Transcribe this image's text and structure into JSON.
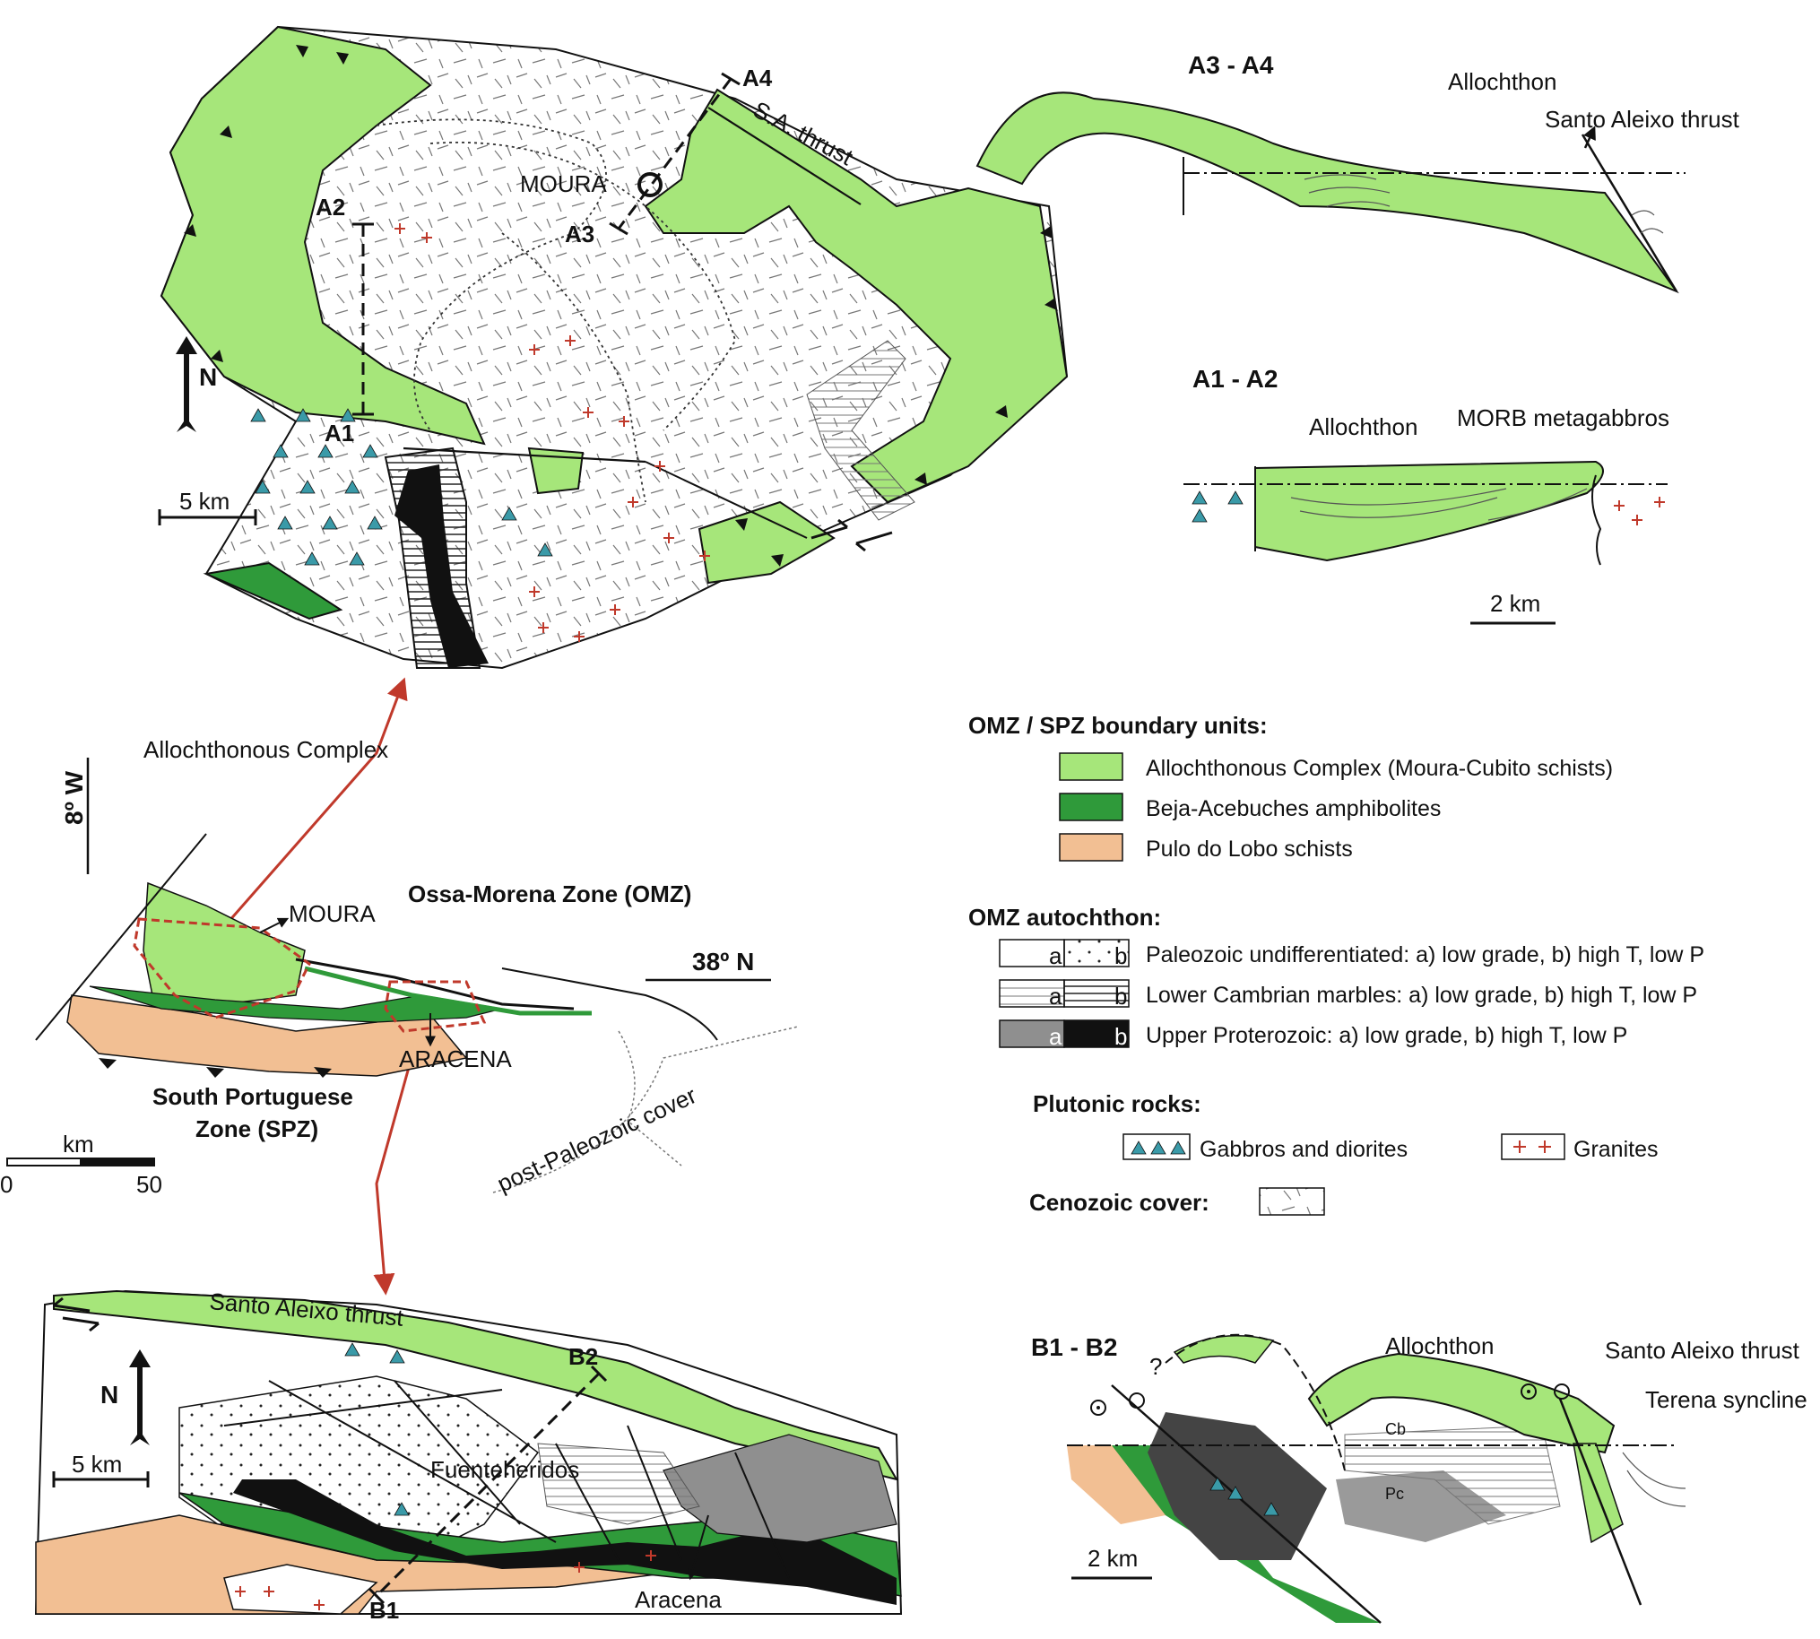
{
  "colors": {
    "allochthon": "#a6e67a",
    "amphibolite": "#2f9a3a",
    "pulo_do_lobo": "#f2bf93",
    "gabbro": "#3a9aa8",
    "granite": "#c0392b",
    "arrow": "#c0392b",
    "dark": "#111111",
    "upper_proterozoic_a": "#8f8f8f"
  },
  "main_map": {
    "cities": [
      "MOURA"
    ],
    "points": [
      "A1",
      "A2",
      "A3",
      "A4"
    ],
    "labels": [
      "S.A. thrust"
    ],
    "north": "N",
    "scale": "5 km"
  },
  "section_a3a4": {
    "title": "A3 - A4",
    "labels": [
      "Allochthon",
      "Santo Aleixo thrust"
    ]
  },
  "section_a1a2": {
    "title": "A1 - A2",
    "labels": [
      "Allochthon",
      "MORB metagabbros"
    ],
    "scale": "2 km"
  },
  "overview": {
    "labels": {
      "allochthonous": "Allochthonous Complex",
      "lon": "8º W",
      "lat": "38º N",
      "moura": "MOURA",
      "omz": "Ossa-Morena Zone (OMZ)",
      "aracena": "ARACENA",
      "spz_1": "South Portuguese",
      "spz_2": "Zone (SPZ)",
      "cover": "post-Paleozoic cover"
    },
    "scale": {
      "unit": "km",
      "min": "0",
      "max": "50"
    }
  },
  "bottom_map": {
    "labels": [
      "Santo Aleixo thrust",
      "Fuenteheridos",
      "Aracena"
    ],
    "points": [
      "B1",
      "B2"
    ],
    "north": "N",
    "scale": "5 km"
  },
  "section_b1b2": {
    "title": "B1 - B2",
    "labels": [
      "Allochthon",
      "Santo Aleixo thrust",
      "Terena syncline",
      "Cb",
      "Pc",
      "?"
    ],
    "scale": "2 km"
  },
  "legend": {
    "omz_spz_title": "OMZ / SPZ boundary units:",
    "omz_spz_items": [
      "Allochthonous Complex (Moura-Cubito schists)",
      "Beja-Acebuches amphibolites",
      "Pulo do Lobo schists"
    ],
    "autochthon_title": "OMZ autochthon:",
    "autochthon_items": [
      "Paleozoic undifferentiated: a) low grade, b) high T, low P",
      "Lower Cambrian marbles: a) low grade, b) high T, low P",
      "Upper Proterozoic: a) low grade, b) high T, low P"
    ],
    "ab": {
      "a": "a",
      "b": "b"
    },
    "plutonic_title": "Plutonic rocks:",
    "plutonic_items": [
      "Gabbros and diorites",
      "Granites"
    ],
    "cenozoic_title": "Cenozoic cover:"
  }
}
